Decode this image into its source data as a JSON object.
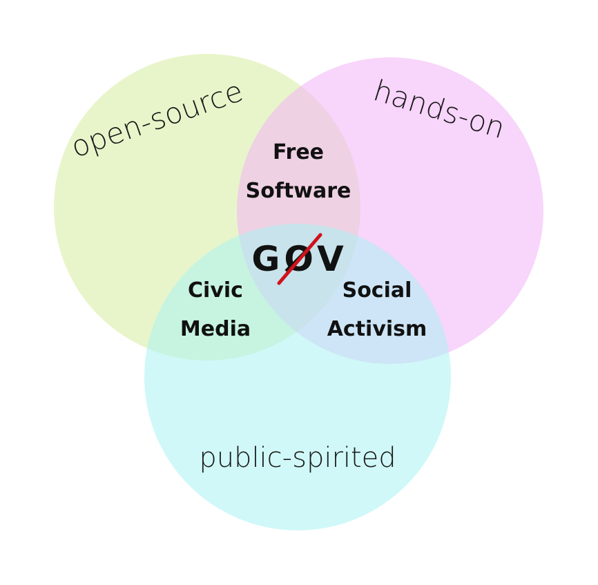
{
  "diagram": {
    "sets": [
      {
        "id": "open-source",
        "label": "open-source",
        "color": "#d6ec9e"
      },
      {
        "id": "hands-on",
        "label": "hands-on",
        "color": "#f2b3f7"
      },
      {
        "id": "public-spirited",
        "label": "public-spirited",
        "color": "#a9f2f2"
      }
    ],
    "overlaps": {
      "open_hands": {
        "line1": "Free",
        "line2": "Software"
      },
      "open_public": {
        "line1": "Civic",
        "line2": "Media"
      },
      "hands_public": {
        "line1": "Social",
        "line2": "Activism"
      }
    },
    "logo": {
      "text": "GØV",
      "slash_color": "#d0121b"
    }
  }
}
